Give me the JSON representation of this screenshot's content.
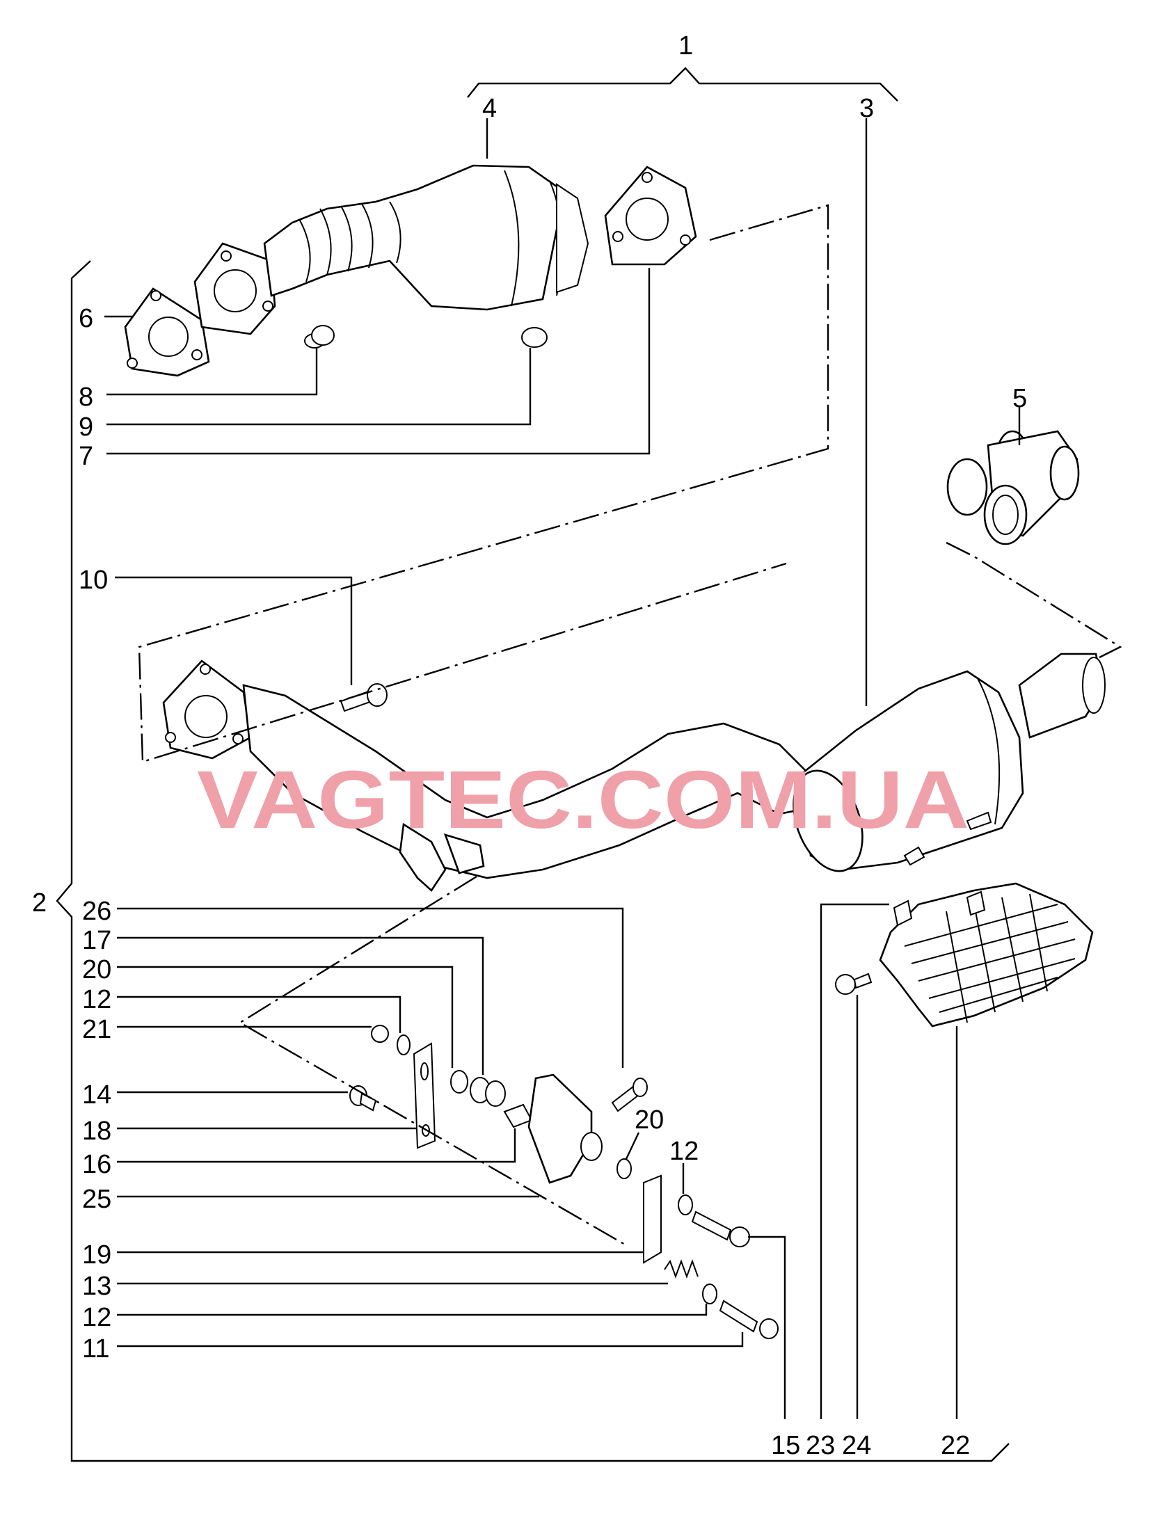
{
  "watermark": {
    "text": "VAGTEC.COM.UA",
    "color": "#f0a0a8"
  },
  "labels": {
    "l1": "1",
    "l2": "2",
    "l3": "3",
    "l4": "4",
    "l5": "5",
    "l6": "6",
    "l7": "7",
    "l8": "8",
    "l9": "9",
    "l10": "10",
    "l11": "11",
    "l12a": "12",
    "l12b": "12",
    "l12c": "12",
    "l13": "13",
    "l14": "14",
    "l15": "15",
    "l16": "16",
    "l17": "17",
    "l18": "18",
    "l19": "19",
    "l20a": "20",
    "l20b": "20",
    "l21": "21",
    "l22": "22",
    "l23": "23",
    "l24": "24",
    "l25": "25",
    "l26": "26"
  }
}
